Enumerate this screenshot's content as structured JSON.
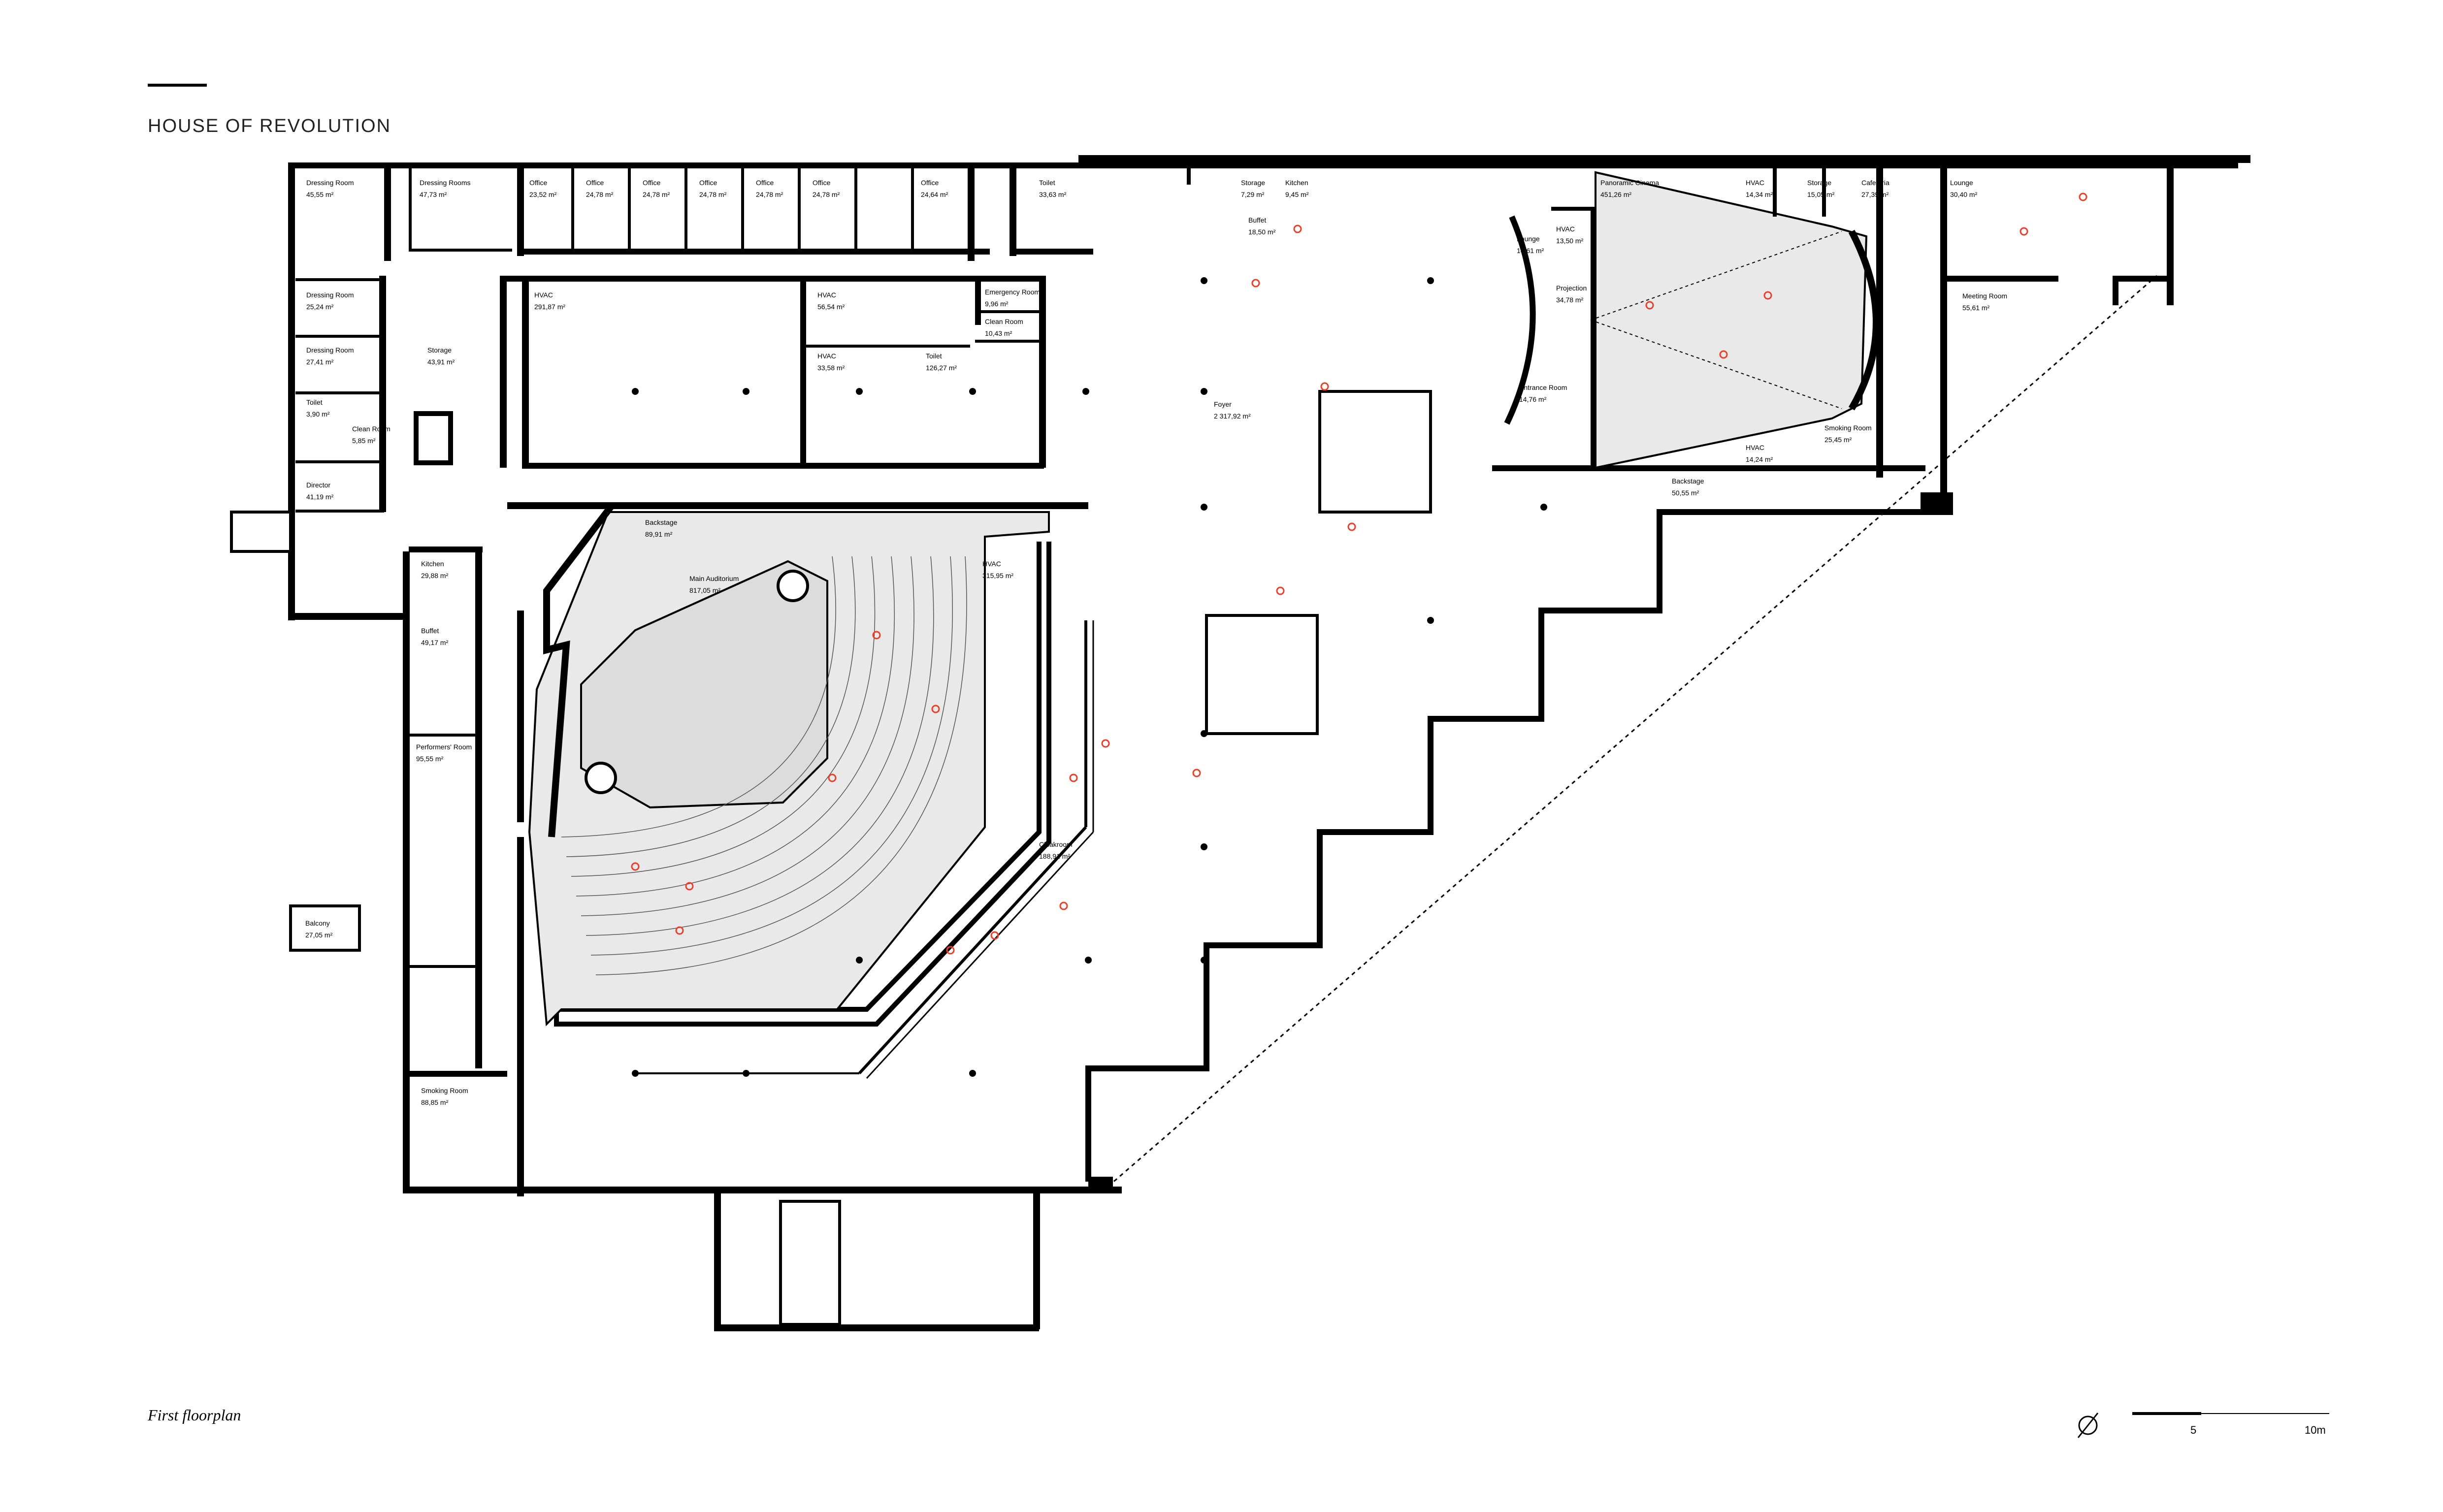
{
  "header": {
    "title": "HOUSE OF REVOLUTION"
  },
  "caption": "First floorplan",
  "scale_bar": {
    "mark_mid": "5",
    "mark_end": "10m"
  },
  "rooms": [
    {
      "id": "r1",
      "name": "Dressing Room",
      "area": "45,55 m²"
    },
    {
      "id": "r2",
      "name": "Dressing Rooms",
      "area": "47,73 m²"
    },
    {
      "id": "r3",
      "name": "Office",
      "area": "23,52 m²"
    },
    {
      "id": "r4",
      "name": "Office",
      "area": "24,78 m²"
    },
    {
      "id": "r5",
      "name": "Office",
      "area": "24,78 m²"
    },
    {
      "id": "r6",
      "name": "Office",
      "area": "24,78 m²"
    },
    {
      "id": "r7",
      "name": "Office",
      "area": "24,78 m²"
    },
    {
      "id": "r8",
      "name": "Office",
      "area": "24,78 m²"
    },
    {
      "id": "r9",
      "name": "Office",
      "area": "24,64 m²"
    },
    {
      "id": "r10",
      "name": "Toilet",
      "area": "33,63 m²"
    },
    {
      "id": "r11",
      "name": "Dressing Room",
      "area": "25,24 m²"
    },
    {
      "id": "r12",
      "name": "Dressing Room",
      "area": "27,41 m²"
    },
    {
      "id": "r13",
      "name": "Storage",
      "area": "43,91 m²"
    },
    {
      "id": "r14",
      "name": "HVAC",
      "area": "291,87 m²"
    },
    {
      "id": "r15",
      "name": "HVAC",
      "area": "56,54 m²"
    },
    {
      "id": "r16",
      "name": "HVAC",
      "area": "33,58 m²"
    },
    {
      "id": "r17",
      "name": "Toilet",
      "area": "126,27 m²"
    },
    {
      "id": "r18",
      "name": "Emergency Room",
      "area": "9,96 m²"
    },
    {
      "id": "r19",
      "name": "Clean Room",
      "area": "10,43 m²"
    },
    {
      "id": "r20",
      "name": "Toilet",
      "area": "3,90 m²"
    },
    {
      "id": "r21",
      "name": "Clean Room",
      "area": "5,85 m²"
    },
    {
      "id": "r22",
      "name": "Director",
      "area": "41,19 m²"
    },
    {
      "id": "r23",
      "name": "Backstage",
      "area": "89,91 m²"
    },
    {
      "id": "r24",
      "name": "Main Auditorium",
      "area": "817,05 m²"
    },
    {
      "id": "r25",
      "name": "HVAC",
      "area": "315,95 m²"
    },
    {
      "id": "r26",
      "name": "Kitchen",
      "area": "29,88 m²"
    },
    {
      "id": "r27",
      "name": "Buffet",
      "area": "49,17 m²"
    },
    {
      "id": "r28",
      "name": "Performers' Room",
      "area": "95,55 m²"
    },
    {
      "id": "r29",
      "name": "Balcony",
      "area": "27,05 m²"
    },
    {
      "id": "r30",
      "name": "Smoking Room",
      "area": "88,85 m²"
    },
    {
      "id": "r31",
      "name": "Cloakroom",
      "area": "188,91 m²"
    },
    {
      "id": "r32",
      "name": "Storage",
      "area": "7,29 m²"
    },
    {
      "id": "r33",
      "name": "Kitchen",
      "area": "9,45 m²"
    },
    {
      "id": "r34",
      "name": "Buffet",
      "area": "18,50 m²"
    },
    {
      "id": "r35",
      "name": "Foyer",
      "area": "2 317,92 m²"
    },
    {
      "id": "r36",
      "name": "Panoramic Cinema",
      "area": "451,26 m²"
    },
    {
      "id": "r37",
      "name": "HVAC",
      "area": "14,34 m²"
    },
    {
      "id": "r38",
      "name": "Storage",
      "area": "15,05 m²"
    },
    {
      "id": "r39",
      "name": "Cafeteria",
      "area": "27,39 m²"
    },
    {
      "id": "r40",
      "name": "Lounge",
      "area": "30,40 m²"
    },
    {
      "id": "r41",
      "name": "Lounge",
      "area": "14,61 m²"
    },
    {
      "id": "r42",
      "name": "HVAC",
      "area": "13,50 m²"
    },
    {
      "id": "r43",
      "name": "Projection",
      "area": "34,78 m²"
    },
    {
      "id": "r44",
      "name": "Entrance Room",
      "area": "14,76 m²"
    },
    {
      "id": "r45",
      "name": "Meeting Room",
      "area": "55,61 m²"
    },
    {
      "id": "r46",
      "name": "Smoking Room",
      "area": "25,45 m²"
    },
    {
      "id": "r47",
      "name": "HVAC",
      "area": "14,24 m²"
    },
    {
      "id": "r48",
      "name": "Backstage",
      "area": "50,55 m²"
    }
  ]
}
